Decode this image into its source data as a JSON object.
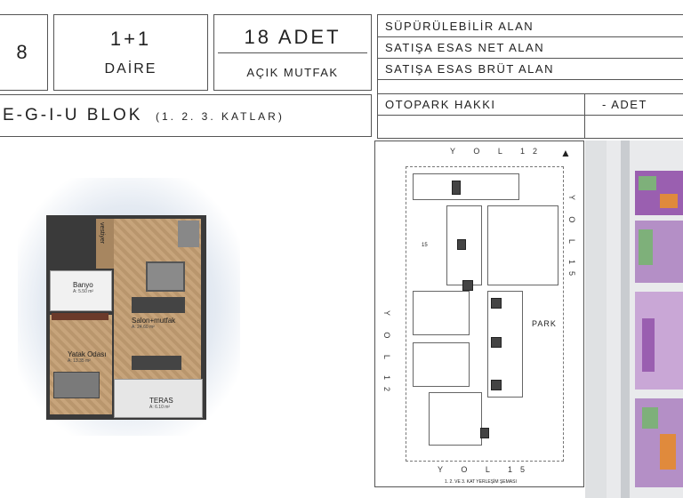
{
  "header": {
    "left_cut": "8",
    "type_main": "1+1",
    "type_sub": "DAİRE",
    "count": "18 ADET",
    "kitchen": "AÇIK MUTFAK",
    "block_title": "E-G-I-U BLOK",
    "block_floors": "(1. 2. 3. KATLAR)",
    "areas": [
      "SÜPÜRÜLEBİLİR ALAN",
      "SATIŞA ESAS NET ALAN",
      "SATIŞA ESAS BRÜT ALAN"
    ],
    "parking_label": "OTOPARK HAKKI",
    "parking_value": "- ADET"
  },
  "plan": {
    "rooms": [
      {
        "name": "Banyo",
        "area": "A: 5.50 m²"
      },
      {
        "name": "Salon+mutfak",
        "area": "A: 24.60 m²"
      },
      {
        "name": "Yatak Odası",
        "area": "A: 13.35 m²"
      },
      {
        "name": "TERAS",
        "area": "A: 6.10 m²"
      }
    ],
    "closet": "vestiyer"
  },
  "site": {
    "roads": [
      "Y O L 12",
      "Y O L 15",
      "Y O L 12",
      "Y O L 15"
    ],
    "park": "PARK",
    "number": "15",
    "caption": "1. 2. VE 3. KAT YERLEŞİM ŞEMASI"
  },
  "colors": {
    "wood": "#b9966d",
    "purple": "#9a5fb0",
    "green": "#7eb07a",
    "orange": "#e08a3c"
  }
}
